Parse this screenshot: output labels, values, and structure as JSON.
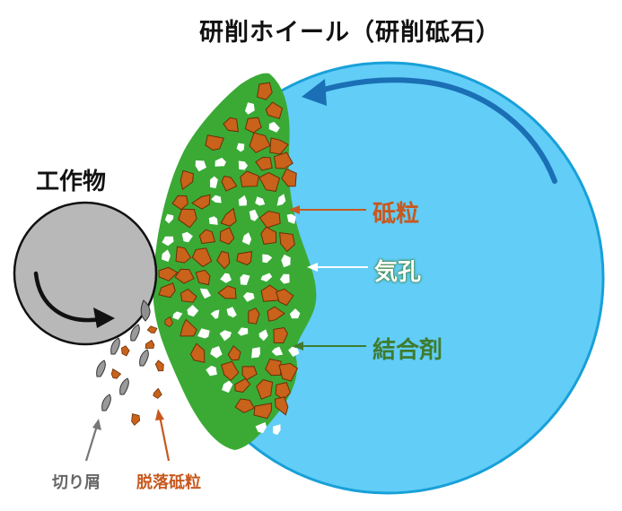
{
  "title": "研削ホイール（研削砥石）",
  "labels": {
    "workpiece": "工作物",
    "abrasive_grain": "砥粒",
    "pore": "気孔",
    "bond": "結合剤",
    "chips": "切り屑",
    "dislodged_grain": "脱落砥粒"
  },
  "colors": {
    "wheel_fill": "#62cdf7",
    "wheel_stroke": "#18a0d8",
    "bond_green": "#3aaa35",
    "grain_brown": "#c9621a",
    "workpiece_gray": "#b8b8b8",
    "rotation_arrow_blue": "#1a6fb5",
    "label_orange": "#c8581e",
    "label_green": "#3f7c2f"
  }
}
